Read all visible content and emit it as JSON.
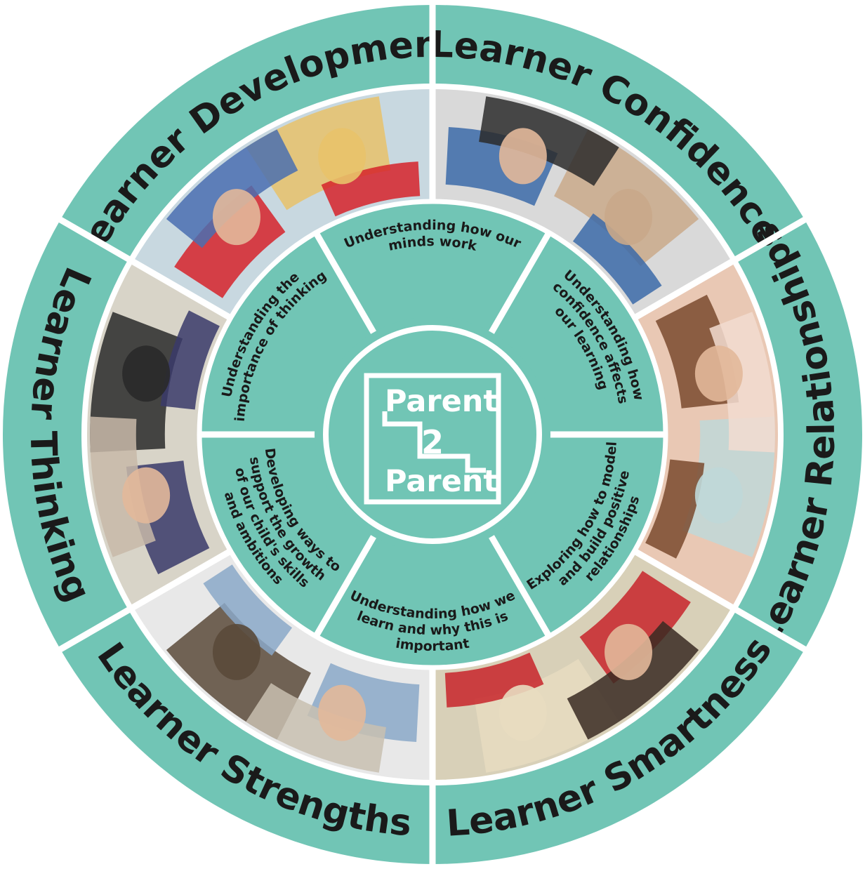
{
  "colors": {
    "teal": "#71c5b5",
    "divider": "#ffffff",
    "text": "#1a1a1a",
    "logo": "#ffffff"
  },
  "logo": {
    "line1": "Parent",
    "number": "2",
    "line2": "Parent"
  },
  "segments": [
    {
      "outer": "Learner Development",
      "inner": [
        "Understanding how our",
        "minds work"
      ],
      "photo": "child-with-colored-pegboard-photo",
      "photo_colors": [
        "#c8d8e0",
        "#d6232a",
        "#e8c26a",
        "#4a6fb0"
      ]
    },
    {
      "outer": "Learner Confidence",
      "inner": [
        "Understanding how",
        "confidence affects",
        "our learning"
      ],
      "photo": "teacher-helping-pupil-photo",
      "photo_colors": [
        "#d9d9d9",
        "#3b6aa8",
        "#c9a98a",
        "#2b2b2b"
      ]
    },
    {
      "outer": "Learner Relationships",
      "inner": [
        "Exploring how to model",
        "and build positive",
        "relationships"
      ],
      "photo": "mother-and-daughter-photo",
      "photo_colors": [
        "#e9c8b4",
        "#7a4a2e",
        "#bfd8d8",
        "#f2dcd0"
      ]
    },
    {
      "outer": "Learner Smartness",
      "inner": [
        "Understanding how we",
        "learn and why this is",
        "important"
      ],
      "photo": "smiling-pupils-photo",
      "photo_colors": [
        "#d8d0b8",
        "#c8242a",
        "#e8dcc0",
        "#3a2a22"
      ]
    },
    {
      "outer": "Learner Strengths",
      "inner": [
        "Developing ways to",
        "support the growth",
        "of our child's skills",
        "and ambitions"
      ],
      "photo": "parents-at-table-photo",
      "photo_colors": [
        "#e8e8e8",
        "#8aa8c8",
        "#5a4a3a",
        "#c8c0b0"
      ]
    },
    {
      "outer": "Learner Thinking",
      "inner": [
        "Understanding the",
        "importance of thinking"
      ],
      "photo": "pupils-in-workshop-photo",
      "photo_colors": [
        "#d8d4c8",
        "#3a3a6a",
        "#2a2a2a",
        "#c8b8a8"
      ]
    }
  ]
}
